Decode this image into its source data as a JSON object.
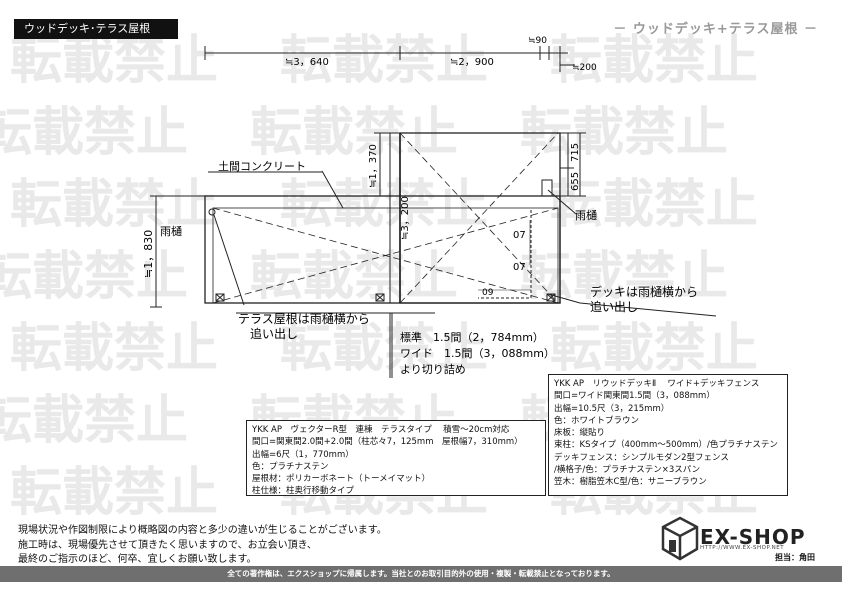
{
  "header": {
    "title": "ウッドデッキ･テラス屋根",
    "right_title": "－ ウッドデッキ+テラス屋根 －"
  },
  "watermark": {
    "text": "転載禁止"
  },
  "dimensions": {
    "d3640": "≒3，640",
    "d2900": "≒2，900",
    "d90": "≒90",
    "d200": "≒200",
    "d1370": "≒1，370",
    "d3200": "≒3，200",
    "d1830": "≒1，830",
    "d655": "655",
    "d715": "715",
    "d07a": "07",
    "d07b": "07",
    "d09": "09"
  },
  "labels": {
    "concrete": "土間コンクリート",
    "gutter_left": "雨樋",
    "gutter_right": "雨樋",
    "roof_note_1": "テラス屋根は雨樋横から",
    "roof_note_2": "追い出し",
    "deck_note_1": "デッキは雨樋横から",
    "deck_note_2": "追い出し",
    "std_1": "標準　1.5間（2，784mm）",
    "std_2": "ワイド　1.5間（3，088mm）",
    "std_3": "より切り詰め"
  },
  "roof_spec": {
    "lines": [
      "YKK AP　ヴェクターR型　連棟　テラスタイプ　 積雪～20cm対応",
      "間口=関東間2.0間+2.0間（柱芯々7，125mm　屋根幅7，310mm）",
      "出幅=6尺（1，770mm）",
      "色：プラチナステン",
      "屋根材：ポリカーボネート（トーメイマット）",
      "柱仕様：柱奥行移動タイプ"
    ]
  },
  "deck_spec": {
    "lines": [
      "YKK AP　リウッドデッキⅡ　 ワイド+デッキフェンス",
      "間口=ワイド関東間1.5間（3，088mm）",
      "出幅=10.5尺（3，215mm）",
      "色：ホワイトブラウン",
      "床板：縦貼り",
      "束柱：KSタイプ（400mm～500mm）/色プラチナステン",
      "デッキフェンス：シンプルモダン2型フェンス",
      "/横格子/色：プラチナステン×3スパン",
      "笠木：樹脂笠木C型/色：サニーブラウン"
    ]
  },
  "notes": [
    "現場状況や作図制限により概略図の内容と多少の違いが生じることがございます。",
    "施工時は、現場優先させて頂きたく思いますので、お立会い頂き、",
    "最終のご指示のほど、何卒、宜しくお願い致します。"
  ],
  "logo": {
    "name": "EX-SHOP",
    "url": "HTTP://WWW.EX-SHOP.NET",
    "person": "担当：角田"
  },
  "footer": "全ての著作権は、エクスショップに帰属します。当社とのお取引目的外の使用・複製・転載禁止となっております。"
}
